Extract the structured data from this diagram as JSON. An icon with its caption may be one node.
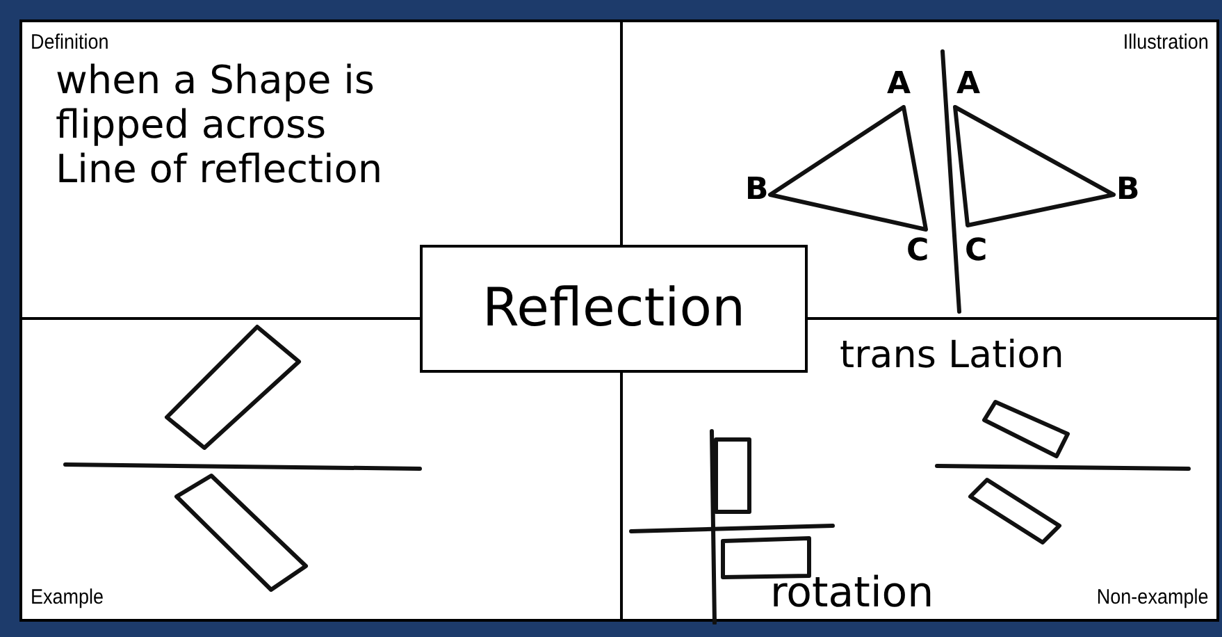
{
  "diagram": {
    "nodes": [
      {
        "text": [
          "Definition",
          "when a Shape is flipped across Line of reflection"
        ]
      },
      {
        "text": [
          "Illustration"
        ]
      },
      {
        "text": [
          "Example"
        ]
      },
      {
        "text": [
          "Non-example",
          "trans Lation",
          "rotation"
        ]
      },
      {
        "text": [
          "Reflection"
        ]
      }
    ],
    "labels": [
      "A",
      "A",
      "B",
      "B",
      "C",
      "C"
    ]
  }
}
